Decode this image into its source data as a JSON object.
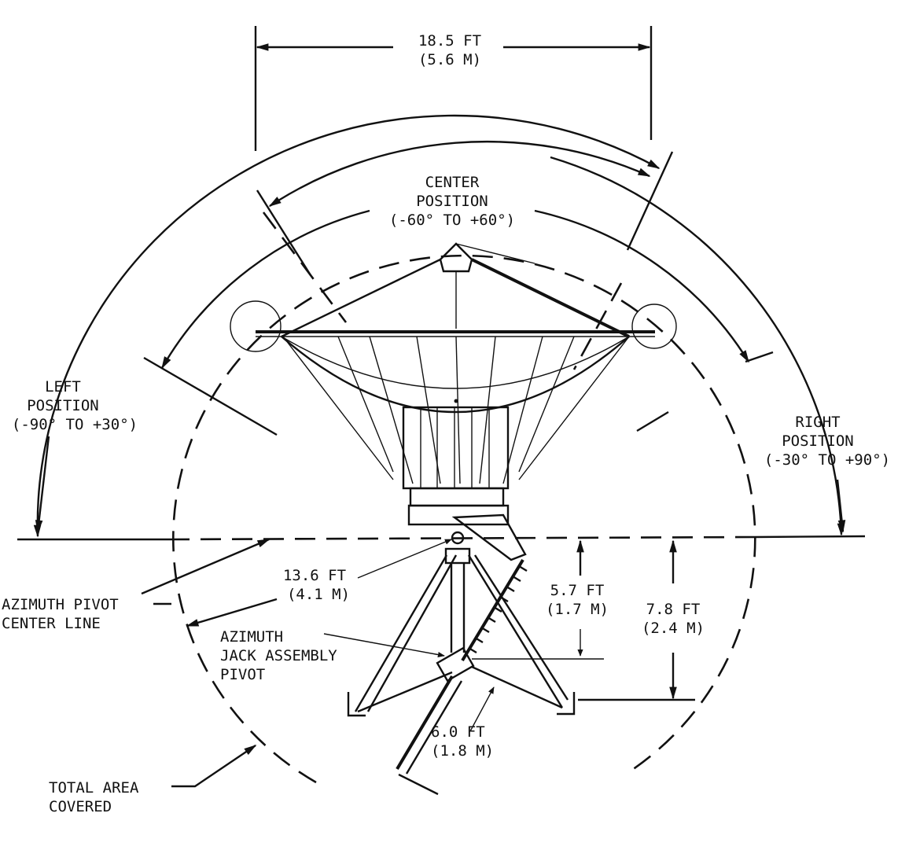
{
  "labels": {
    "top_width": [
      "18.5 FT",
      "(5.6 M)"
    ],
    "center_position": [
      "CENTER",
      "POSITION",
      "(-60° TO +60°)"
    ],
    "left_position": [
      "LEFT",
      "POSITION",
      "(-90° TO +30°)"
    ],
    "right_position": [
      "RIGHT",
      "POSITION",
      "(-30° TO +90°)"
    ],
    "radius": [
      "13.6 FT",
      "(4.1 M)"
    ],
    "height_upper": [
      "5.7 FT",
      "(1.7 M)"
    ],
    "height_total": [
      "7.8 FT",
      "(2.4 M)"
    ],
    "azimuth_pivot": [
      "AZIMUTH PIVOT",
      "CENTER LINE"
    ],
    "jack_pivot": [
      "AZIMUTH",
      "JACK ASSEMBLY",
      "PIVOT"
    ],
    "jack_length": [
      "6.0 FT",
      "(1.8 M)"
    ],
    "total_area": [
      "TOTAL AREA",
      "COVERED"
    ]
  }
}
